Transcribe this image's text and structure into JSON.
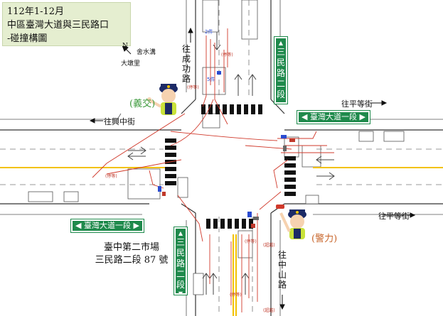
{
  "title": {
    "line1": "112年1-12月",
    "line2": "中區臺灣大道與三民路口",
    "line3": "-碰撞構圖"
  },
  "compass": {
    "north": "N",
    "place1": "舍水溝",
    "place2": "大墩里"
  },
  "directions": {
    "to_chenggong": "往成功路",
    "to_xingzhong": "往興中街",
    "to_pingdeng_top": "往平等街",
    "to_pingdeng_bottom": "往平等街",
    "to_zhongshan": "往中山路"
  },
  "signs": {
    "sanmin_top": "三民路二段",
    "sanmin_bottom": "三民路二段",
    "taiwan_right": "臺灣大道一段",
    "taiwan_left": "臺灣大道一段"
  },
  "officers": {
    "left_label": "(義交)",
    "right_label": "(警力)"
  },
  "address": {
    "line1": "臺中第二市場",
    "line2": "三民路二段 87 號"
  },
  "counts": {
    "c1": "2件",
    "c2": "5件"
  },
  "tags": {
    "t1": "(停等)",
    "t2": "(停等)",
    "t3": "(停等)",
    "t4": "(停等)",
    "t5": "(超越)",
    "t6": "(停等)",
    "t7": "(超越)"
  },
  "colors": {
    "title_bg": "#e5eed0",
    "sign_green": "#1f8a4c",
    "collision_red": "#d0392b",
    "median_yellow": "#f2c200",
    "officer_left": "#3c9a3c",
    "officer_right": "#c8652b"
  }
}
